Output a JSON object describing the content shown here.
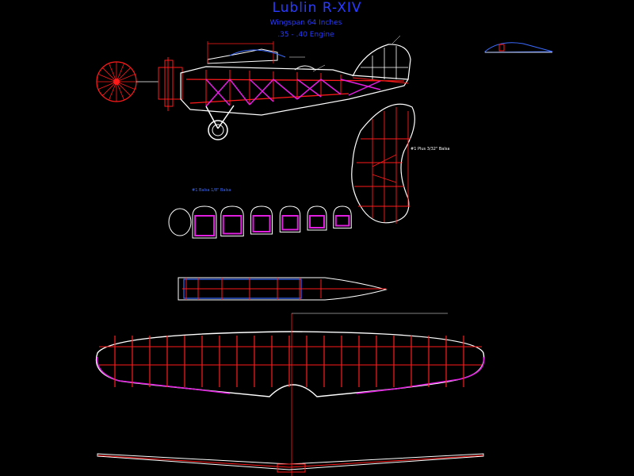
{
  "title": "Lublin R-XIV",
  "subtitle": "Wingspan 64 Inches",
  "engine": ".35 - .40 Engine",
  "notes": {
    "wing_ribs": "#1 Balsa 1/8\" Balsa",
    "tail_fin": "#1 Plus 3/32\" Balsa"
  },
  "colors": {
    "background": "#000000",
    "outline": "#ffffff",
    "structure": "#ff1a1a",
    "formers": "#e01ee0",
    "dimension": "#2a3cff"
  }
}
